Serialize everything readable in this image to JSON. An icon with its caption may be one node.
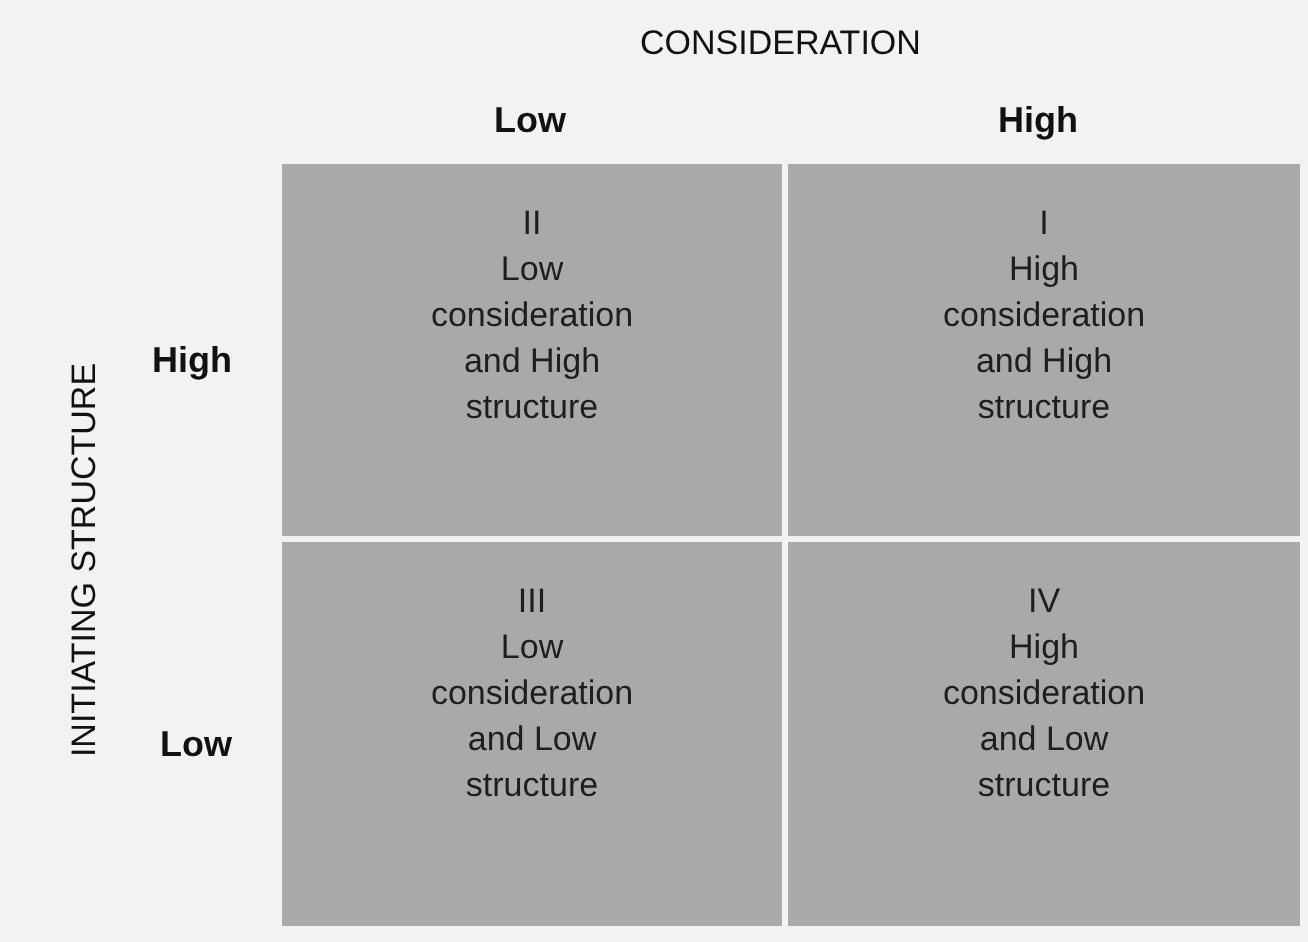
{
  "diagram": {
    "nodes": [
      {
        "text": [
          "II",
          "Low consideration and High structure"
        ]
      },
      {
        "text": [
          "I",
          "High consideration and High structure"
        ]
      },
      {
        "text": [
          "III",
          "Low consideration and Low structure"
        ]
      },
      {
        "text": [
          "IV",
          "High consideration and Low structure"
        ]
      }
    ],
    "edges": [],
    "labels": [
      "CONSIDERATION",
      "Low",
      "High",
      "INITIATING STRUCTURE",
      "High",
      "Low"
    ]
  }
}
